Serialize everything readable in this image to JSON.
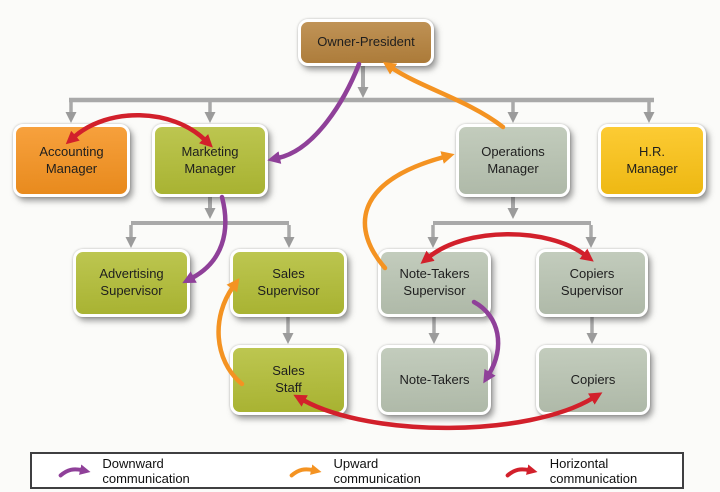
{
  "org_chart": {
    "nodes": {
      "owner": {
        "label": "Owner-President",
        "color": "#b6823c"
      },
      "accounting": {
        "label": "Accounting\nManager",
        "color": "#f6921e"
      },
      "marketing": {
        "label": "Marketing\nManager",
        "color": "#b2bd34"
      },
      "operations": {
        "label": "Operations\nManager",
        "color": "#b9c4b2"
      },
      "hr": {
        "label": "H.R.\nManager",
        "color": "#fcc313"
      },
      "advertising": {
        "label": "Advertising\nSupervisor",
        "color": "#b2bd34"
      },
      "sales_supervisor": {
        "label": "Sales\nSupervisor",
        "color": "#b2bd34"
      },
      "notetakers_supervisor": {
        "label": "Note-Takers\nSupervisor",
        "color": "#b9c4b2"
      },
      "copiers_supervisor": {
        "label": "Copiers\nSupervisor",
        "color": "#b9c4b2"
      },
      "sales_staff": {
        "label": "Sales\nStaff",
        "color": "#b2bd34"
      },
      "notetakers": {
        "label": "Note-Takers",
        "color": "#b9c4b2"
      },
      "copiers": {
        "label": "Copiers",
        "color": "#b9c4b2"
      }
    },
    "hierarchy": [
      {
        "from": "owner",
        "to": [
          "accounting",
          "marketing",
          "operations",
          "hr"
        ]
      },
      {
        "from": "marketing",
        "to": [
          "advertising",
          "sales_supervisor"
        ]
      },
      {
        "from": "operations",
        "to": [
          "notetakers_supervisor",
          "copiers_supervisor"
        ]
      },
      {
        "from": "sales_supervisor",
        "to": [
          "sales_staff"
        ]
      },
      {
        "from": "notetakers_supervisor",
        "to": [
          "notetakers"
        ]
      },
      {
        "from": "copiers_supervisor",
        "to": [
          "copiers"
        ]
      }
    ],
    "communication_arrows": {
      "downward": [
        {
          "from": "owner",
          "to": "marketing"
        },
        {
          "from": "marketing",
          "to": "advertising"
        },
        {
          "from": "notetakers_supervisor",
          "to": "notetakers"
        }
      ],
      "upward": [
        {
          "from": "operations",
          "to": "owner"
        },
        {
          "from": "notetakers_supervisor",
          "to": "operations"
        },
        {
          "from": "sales_staff",
          "to": "sales_supervisor"
        }
      ],
      "horizontal": [
        {
          "between": [
            "accounting",
            "marketing"
          ]
        },
        {
          "between": [
            "notetakers_supervisor",
            "copiers_supervisor"
          ]
        },
        {
          "between": [
            "sales_staff",
            "copiers"
          ]
        }
      ]
    },
    "connector_color": "#a9a9a9"
  },
  "legend": {
    "items": [
      {
        "label": "Downward communication",
        "color": "#8f4099"
      },
      {
        "label": "Upward communication",
        "color": "#f49322"
      },
      {
        "label": "Horizontal communication",
        "color": "#d2202b"
      }
    ]
  }
}
